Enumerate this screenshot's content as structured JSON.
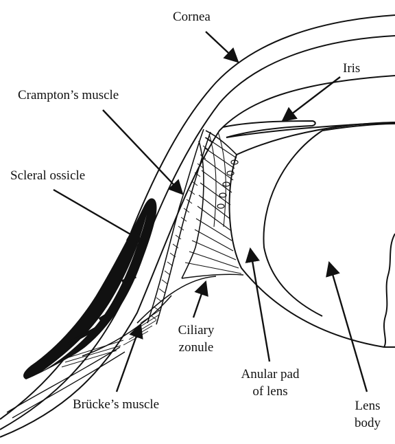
{
  "labels": {
    "cornea": "Cornea",
    "iris": "Iris",
    "cramptons_muscle": "Crampton’s muscle",
    "scleral_ossicle": "Scleral ossicle",
    "ciliary_zonule_1": "Ciliary",
    "ciliary_zonule_2": "zonule",
    "anular_pad_1": "Anular pad",
    "anular_pad_2": "of lens",
    "bruckes_muscle": "Brücke’s muscle",
    "lens_body_1": "Lens",
    "lens_body_2": "body"
  },
  "colors": {
    "ink": "#111111",
    "background": "#ffffff"
  }
}
